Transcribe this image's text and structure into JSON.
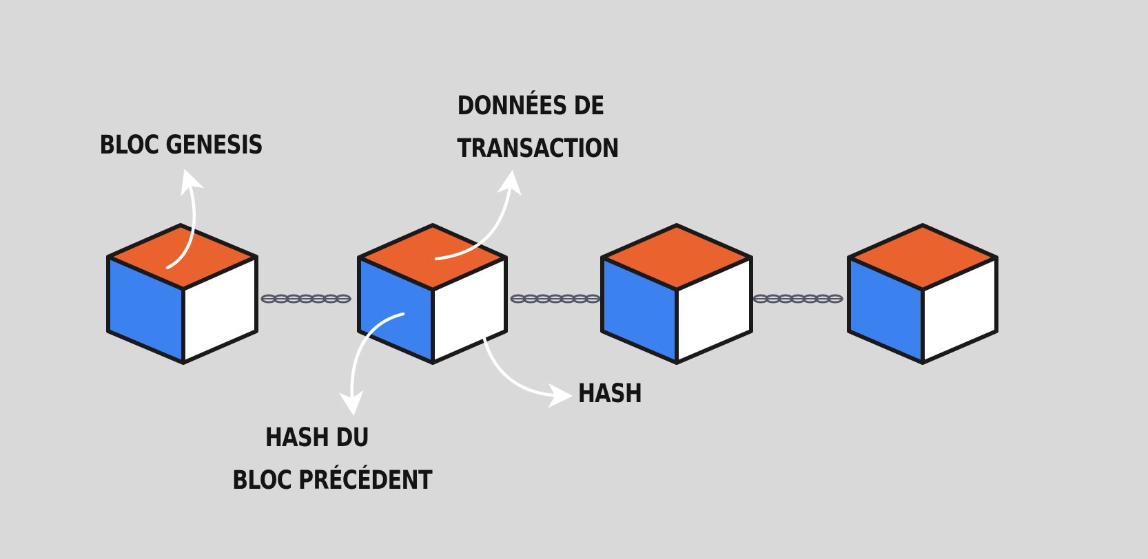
{
  "labels": {
    "genesis_block": "BLOC GENESIS",
    "transaction_data_line1": "DONNÉES DE",
    "transaction_data_line2": "TRANSACTION",
    "hash": "HASH",
    "previous_hash_line1": "HASH DU",
    "previous_hash_line2": "BLOC PRÉCÉDENT"
  },
  "blocks": {
    "count": 4
  },
  "colors": {
    "background": "#d9d9d9",
    "cube_top": "#ea622d",
    "cube_left": "#3b82f0",
    "cube_right": "#ffffff",
    "outline": "#1a1a1a",
    "chain": "#555568",
    "arrow": "#ffffff",
    "text": "#141414"
  },
  "icons": {
    "block": "cube-icon",
    "link": "chain-icon",
    "pointer": "curved-arrow-icon"
  }
}
